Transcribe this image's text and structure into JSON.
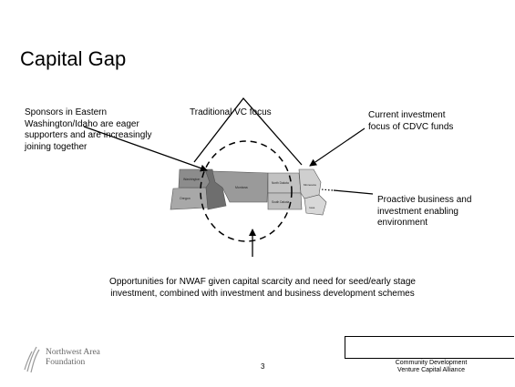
{
  "slide": {
    "title": "Capital Gap",
    "left_note": "Sponsors in Eastern Washington/Idaho are eager supporters and are increasingly joining together",
    "vc_focus_label": "Traditional VC focus",
    "cdvc_focus_label": "Current investment focus of CDVC funds",
    "proactive_label": "Proactive business and investment enabling environment",
    "opportunities_text": "Opportunities for NWAF given capital scarcity and need for seed/early stage investment, combined with investment and business development schemes",
    "page_number": "3"
  },
  "map": {
    "state_labels": [
      "Washington",
      "Oregon",
      "Montana",
      "North Dakota",
      "South Dakota",
      "Minnesota",
      "Iowa"
    ]
  },
  "footer": {
    "logo_line1": "Northwest Area",
    "logo_line2": "Foundation",
    "alliance_line1": "Community Development",
    "alliance_line2": "Venture Capital Alliance"
  }
}
